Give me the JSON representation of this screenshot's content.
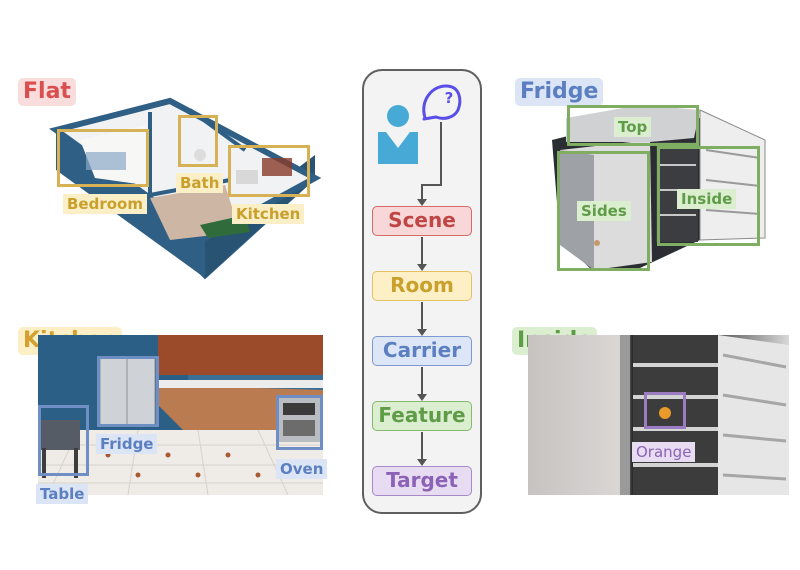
{
  "colors": {
    "flat": "#e05a5a",
    "kitchen_title": "#d7a533",
    "room_box": "#d6b155",
    "blue": "#6f8fc4",
    "green": "#7fae63",
    "purple": "#9b7cc0",
    "wall": "#2f5f84"
  },
  "panels": {
    "flat": {
      "title": "Flat",
      "labels": {
        "bedroom": "Bedroom",
        "bath": "Bath",
        "kitchen": "Kitchen"
      }
    },
    "kitchen": {
      "title": "Kitchen",
      "labels": {
        "fridge": "Fridge",
        "table": "Table",
        "oven": "Oven"
      }
    },
    "fridge": {
      "title": "Fridge",
      "labels": {
        "top": "Top",
        "sides": "Sides",
        "inside": "Inside"
      }
    },
    "inside": {
      "title": "Inside",
      "labels": {
        "orange": "Orange"
      }
    }
  },
  "pipeline": {
    "steps": [
      {
        "label": "Scene",
        "bg": "#f7d7d7",
        "border": "#d46a6a",
        "color": "#c04545"
      },
      {
        "label": "Room",
        "bg": "#fdf0c6",
        "border": "#e3c266",
        "color": "#c9a02c"
      },
      {
        "label": "Carrier",
        "bg": "#dce6f6",
        "border": "#7d9bd0",
        "color": "#5b7fc0"
      },
      {
        "label": "Feature",
        "bg": "#dbeed0",
        "border": "#86b86e",
        "color": "#5f9c47"
      },
      {
        "label": "Target",
        "bg": "#e7dcf1",
        "border": "#a788c8",
        "color": "#8b62b5"
      }
    ]
  }
}
